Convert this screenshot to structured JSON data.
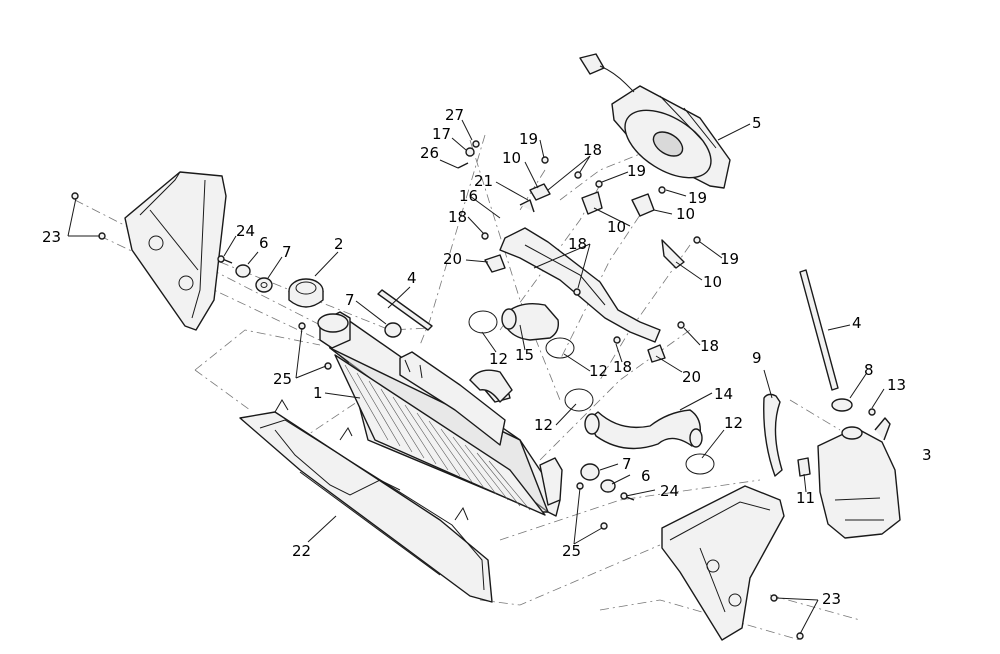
{
  "diagram": {
    "callouts": [
      {
        "id": "c1",
        "text": "1"
      },
      {
        "id": "c2",
        "text": "2"
      },
      {
        "id": "c3",
        "text": "3"
      },
      {
        "id": "c4a",
        "text": "4"
      },
      {
        "id": "c4b",
        "text": "4"
      },
      {
        "id": "c5",
        "text": "5"
      },
      {
        "id": "c6a",
        "text": "6"
      },
      {
        "id": "c6b",
        "text": "6"
      },
      {
        "id": "c7a",
        "text": "7"
      },
      {
        "id": "c7b",
        "text": "7"
      },
      {
        "id": "c7c",
        "text": "7"
      },
      {
        "id": "c8",
        "text": "8"
      },
      {
        "id": "c9",
        "text": "9"
      },
      {
        "id": "c10a",
        "text": "10"
      },
      {
        "id": "c10b",
        "text": "10"
      },
      {
        "id": "c10c",
        "text": "10"
      },
      {
        "id": "c10d",
        "text": "10"
      },
      {
        "id": "c11",
        "text": "11"
      },
      {
        "id": "c12a",
        "text": "12"
      },
      {
        "id": "c12b",
        "text": "12"
      },
      {
        "id": "c12c",
        "text": "12"
      },
      {
        "id": "c12d",
        "text": "12"
      },
      {
        "id": "c13",
        "text": "13"
      },
      {
        "id": "c14",
        "text": "14"
      },
      {
        "id": "c15",
        "text": "15"
      },
      {
        "id": "c16",
        "text": "16"
      },
      {
        "id": "c17",
        "text": "17"
      },
      {
        "id": "c18a",
        "text": "18"
      },
      {
        "id": "c18b",
        "text": "18"
      },
      {
        "id": "c18c",
        "text": "18"
      },
      {
        "id": "c18d",
        "text": "18"
      },
      {
        "id": "c18e",
        "text": "18"
      },
      {
        "id": "c19a",
        "text": "19"
      },
      {
        "id": "c19b",
        "text": "19"
      },
      {
        "id": "c19c",
        "text": "19"
      },
      {
        "id": "c19d",
        "text": "19"
      },
      {
        "id": "c20a",
        "text": "20"
      },
      {
        "id": "c20b",
        "text": "20"
      },
      {
        "id": "c21",
        "text": "21"
      },
      {
        "id": "c22",
        "text": "22"
      },
      {
        "id": "c23a",
        "text": "23"
      },
      {
        "id": "c23b",
        "text": "23"
      },
      {
        "id": "c24a",
        "text": "24"
      },
      {
        "id": "c24b",
        "text": "24"
      },
      {
        "id": "c25a",
        "text": "25"
      },
      {
        "id": "c25b",
        "text": "25"
      },
      {
        "id": "c26",
        "text": "26"
      },
      {
        "id": "c27",
        "text": "27"
      }
    ]
  }
}
